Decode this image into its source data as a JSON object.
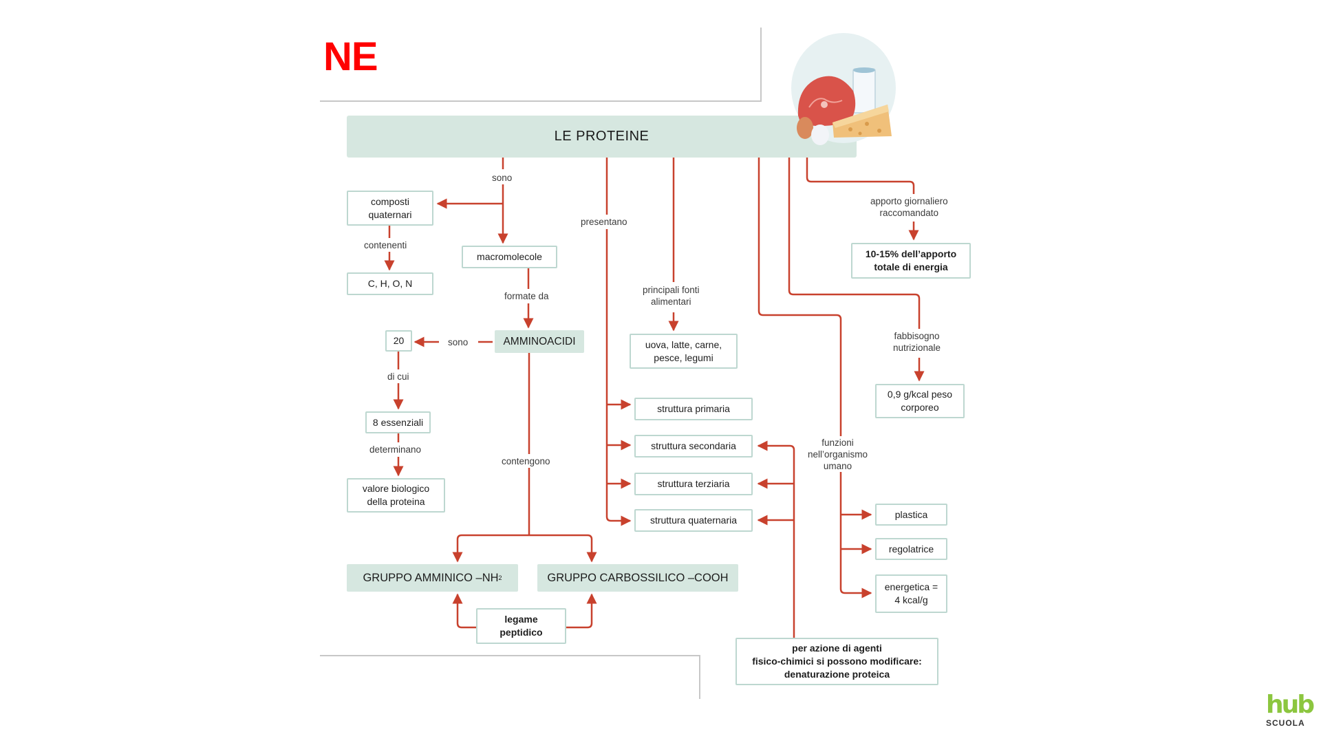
{
  "slide": {
    "title_fragment": "NE",
    "logo": {
      "top": "hub",
      "bottom": "SCUOLA",
      "color": "#8cc63f"
    }
  },
  "colors": {
    "connector": "#c8412d",
    "box_border": "#bdd7d0",
    "highlight_fill": "#d6e7e0",
    "title_red": "#ff0000",
    "frame_gray": "#c7c7c7"
  },
  "illustration": {
    "icon": "protein-foods-icon",
    "items": [
      "meat",
      "milk-glass",
      "cheese",
      "eggs"
    ]
  },
  "concept_map": {
    "root": "LE PROTEINE",
    "labels": {
      "sono_1": "sono",
      "contenenti": "contenenti",
      "formate_da": "formate da",
      "sono_2": "sono",
      "di_cui": "di cui",
      "determinano": "determinano",
      "contengono": "contengono",
      "presentano": "presentano",
      "fonti_line1": "principali fonti",
      "fonti_line2": "alimentari",
      "apporto_line1": "apporto giornaliero",
      "apporto_line2": "raccomandato",
      "fabbisogno_line1": "fabbisogno",
      "fabbisogno_line2": "nutrizionale",
      "funzioni_line1": "funzioni",
      "funzioni_line2": "nell’organismo",
      "funzioni_line3": "umano"
    },
    "nodes": {
      "composti_line1": "composti",
      "composti_line2": "quaternari",
      "chon": "C, H, O, N",
      "macromolecole": "macromolecole",
      "amminoacidi": "AMMINOACIDI",
      "venti": "20",
      "essenziali": "8 essenziali",
      "valore_line1": "valore biologico",
      "valore_line2": "della proteina",
      "gruppo_amminico": "GRUPPO AMMINICO –NH",
      "gruppo_amminico_sub": "2",
      "gruppo_carbossilico": "GRUPPO CARBOSSILICO –COOH",
      "legame_line1": "legame",
      "legame_line2": "peptidico",
      "fonti_line1": "uova, latte, carne,",
      "fonti_line2": "pesce, legumi",
      "struttura_primaria": "struttura primaria",
      "struttura_secondaria": "struttura secondaria",
      "struttura_terziaria": "struttura terziaria",
      "struttura_quaternaria": "struttura quaternaria",
      "apporto_line1": "10-15% dell’apporto",
      "apporto_line2": "totale di energia",
      "fabbisogno_line1": "0,9 g/kcal peso",
      "fabbisogno_line2": "corporeo",
      "plastica": "plastica",
      "regolatrice": "regolatrice",
      "energetica_line1": "energetica =",
      "energetica_line2": "4 kcal/g",
      "denaturazione_line1": "per azione di agenti",
      "denaturazione_line2": "fisico-chimici si possono modificare:",
      "denaturazione_line3": "denaturazione proteica"
    }
  }
}
